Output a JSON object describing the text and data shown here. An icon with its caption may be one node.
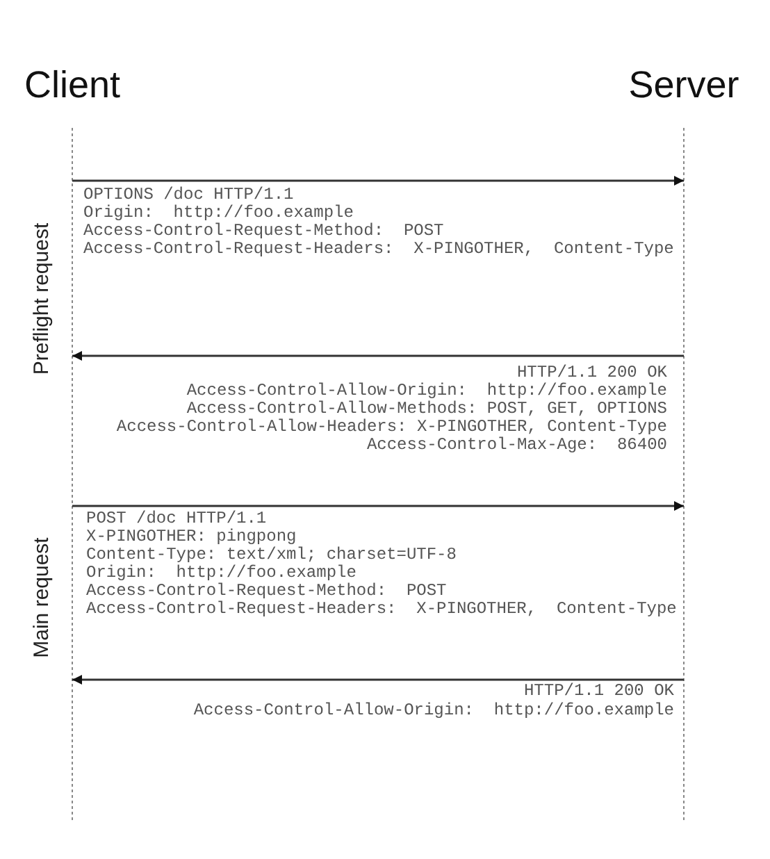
{
  "diagram": {
    "nodes": [
      {
        "text": [
          "Client"
        ]
      },
      {
        "text": [
          "Server"
        ]
      }
    ],
    "edges": [
      {
        "from": 0,
        "to": 1,
        "arrow": "to"
      },
      {
        "from": 1,
        "to": 0,
        "arrow": "to"
      },
      {
        "from": 0,
        "to": 1,
        "arrow": "to"
      },
      {
        "from": 1,
        "to": 0,
        "arrow": "to"
      }
    ],
    "labels": [
      "OPTIONS /doc HTTP/1.1",
      "Origin:  http://foo.example",
      "Access-Control-Request-Method:  POST",
      "Access-Control-Request-Headers:  X-PINGOTHER,  Content-Type",
      "Preflight request",
      "HTTP/1.1 200 OK",
      "Access-Control-Allow-Origin:  http://foo.example",
      "Access-Control-Allow-Methods: POST, GET, OPTIONS",
      "Access-Control-Allow-Headers: X-PINGOTHER, Content-Type",
      "Access-Control-Max-Age:  86400",
      "POST /doc HTTP/1.1",
      "X-PINGOTHER: pingpong",
      "Content-Type: text/xml; charset=UTF-8",
      "Origin:  http://foo.example",
      "Access-Control-Request-Method:  POST",
      "Access-Control-Request-Headers:  X-PINGOTHER,  Content-Type",
      "Main request",
      "HTTP/1.1 200 OK",
      "Access-Control-Allow-Origin:  http://foo.example"
    ]
  }
}
